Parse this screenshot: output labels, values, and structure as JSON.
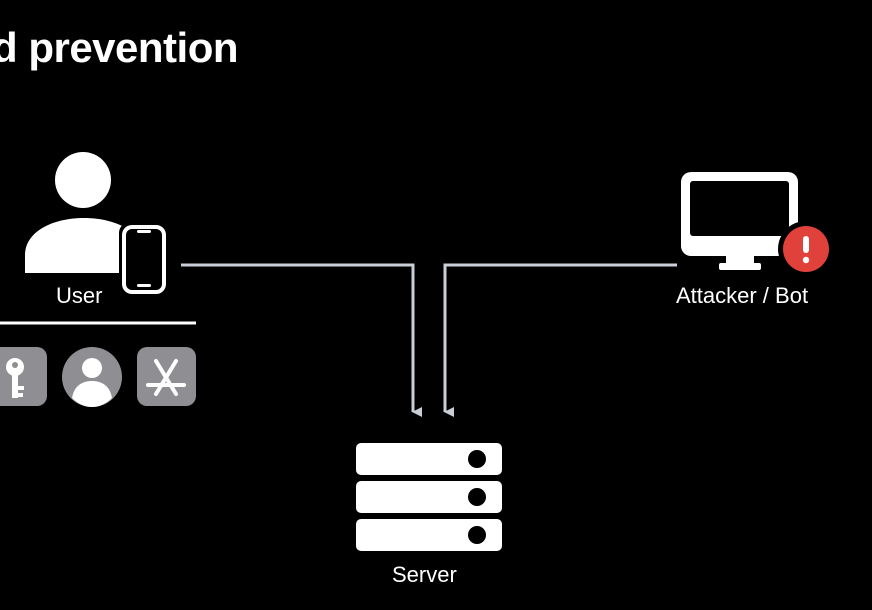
{
  "title": "d prevention",
  "nodes": {
    "user": {
      "label": "User"
    },
    "attacker": {
      "label": "Attacker / Bot"
    },
    "server": {
      "label": "Server"
    }
  },
  "user_methods": [
    {
      "icon": "key-icon"
    },
    {
      "icon": "person-icon"
    },
    {
      "icon": "app-store-icon"
    }
  ],
  "colors": {
    "background": "#000000",
    "foreground": "#ffffff",
    "connector": "#c9cfd6",
    "method_tile": "#8e8e93",
    "alert": "#e0413a"
  }
}
